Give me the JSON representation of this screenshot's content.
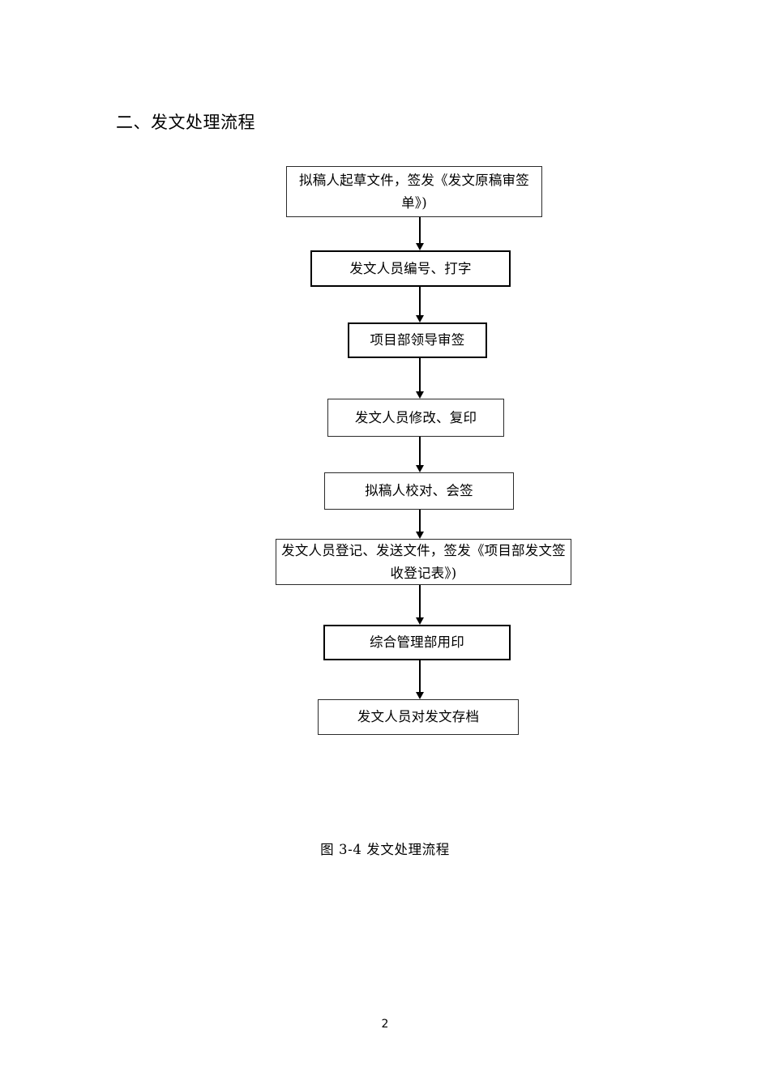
{
  "page": {
    "heading": "二、发文处理流程",
    "caption": "图 3-4  发文处理流程",
    "page_number": "2",
    "background_color": "#ffffff",
    "text_color": "#000000",
    "line_color": "#000000"
  },
  "flowchart": {
    "title": "发文处理流程",
    "orientation": "top-to-bottom",
    "nodes": [
      {
        "id": "node-1",
        "label": "拟稿人起草文件，签发《发文原稿审签单》)",
        "shape": "rectangle",
        "lines": 2,
        "border": "thin"
      },
      {
        "id": "node-2",
        "label": "发文人员编号、打字",
        "shape": "rectangle",
        "lines": 1,
        "border": "heavy"
      },
      {
        "id": "node-3",
        "label": "项目部领导审签",
        "shape": "rectangle",
        "lines": 1,
        "border": "heavy"
      },
      {
        "id": "node-4",
        "label": "发文人员修改、复印",
        "shape": "rectangle",
        "lines": 1,
        "border": "thin"
      },
      {
        "id": "node-5",
        "label": "拟稿人校对、会签",
        "shape": "rectangle",
        "lines": 1,
        "border": "thin"
      },
      {
        "id": "node-6",
        "label": "发文人员登记、发送文件，签发《项目部发文签收登记表》)",
        "shape": "rectangle",
        "lines": 2,
        "border": "thin"
      },
      {
        "id": "node-7",
        "label": "综合管理部用印",
        "shape": "rectangle",
        "lines": 1,
        "border": "heavy"
      },
      {
        "id": "node-8",
        "label": "发文人员对发文存档",
        "shape": "rectangle",
        "lines": 1,
        "border": "thin"
      }
    ],
    "edges": [
      {
        "from": "node-1",
        "to": "node-2",
        "style": "solid-arrow-down"
      },
      {
        "from": "node-2",
        "to": "node-3",
        "style": "solid-arrow-down"
      },
      {
        "from": "node-3",
        "to": "node-4",
        "style": "solid-arrow-down"
      },
      {
        "from": "node-4",
        "to": "node-5",
        "style": "solid-arrow-down"
      },
      {
        "from": "node-5",
        "to": "node-6",
        "style": "solid-arrow-down"
      },
      {
        "from": "node-6",
        "to": "node-7",
        "style": "solid-arrow-down"
      },
      {
        "from": "node-7",
        "to": "node-8",
        "style": "solid-arrow-down"
      }
    ]
  }
}
